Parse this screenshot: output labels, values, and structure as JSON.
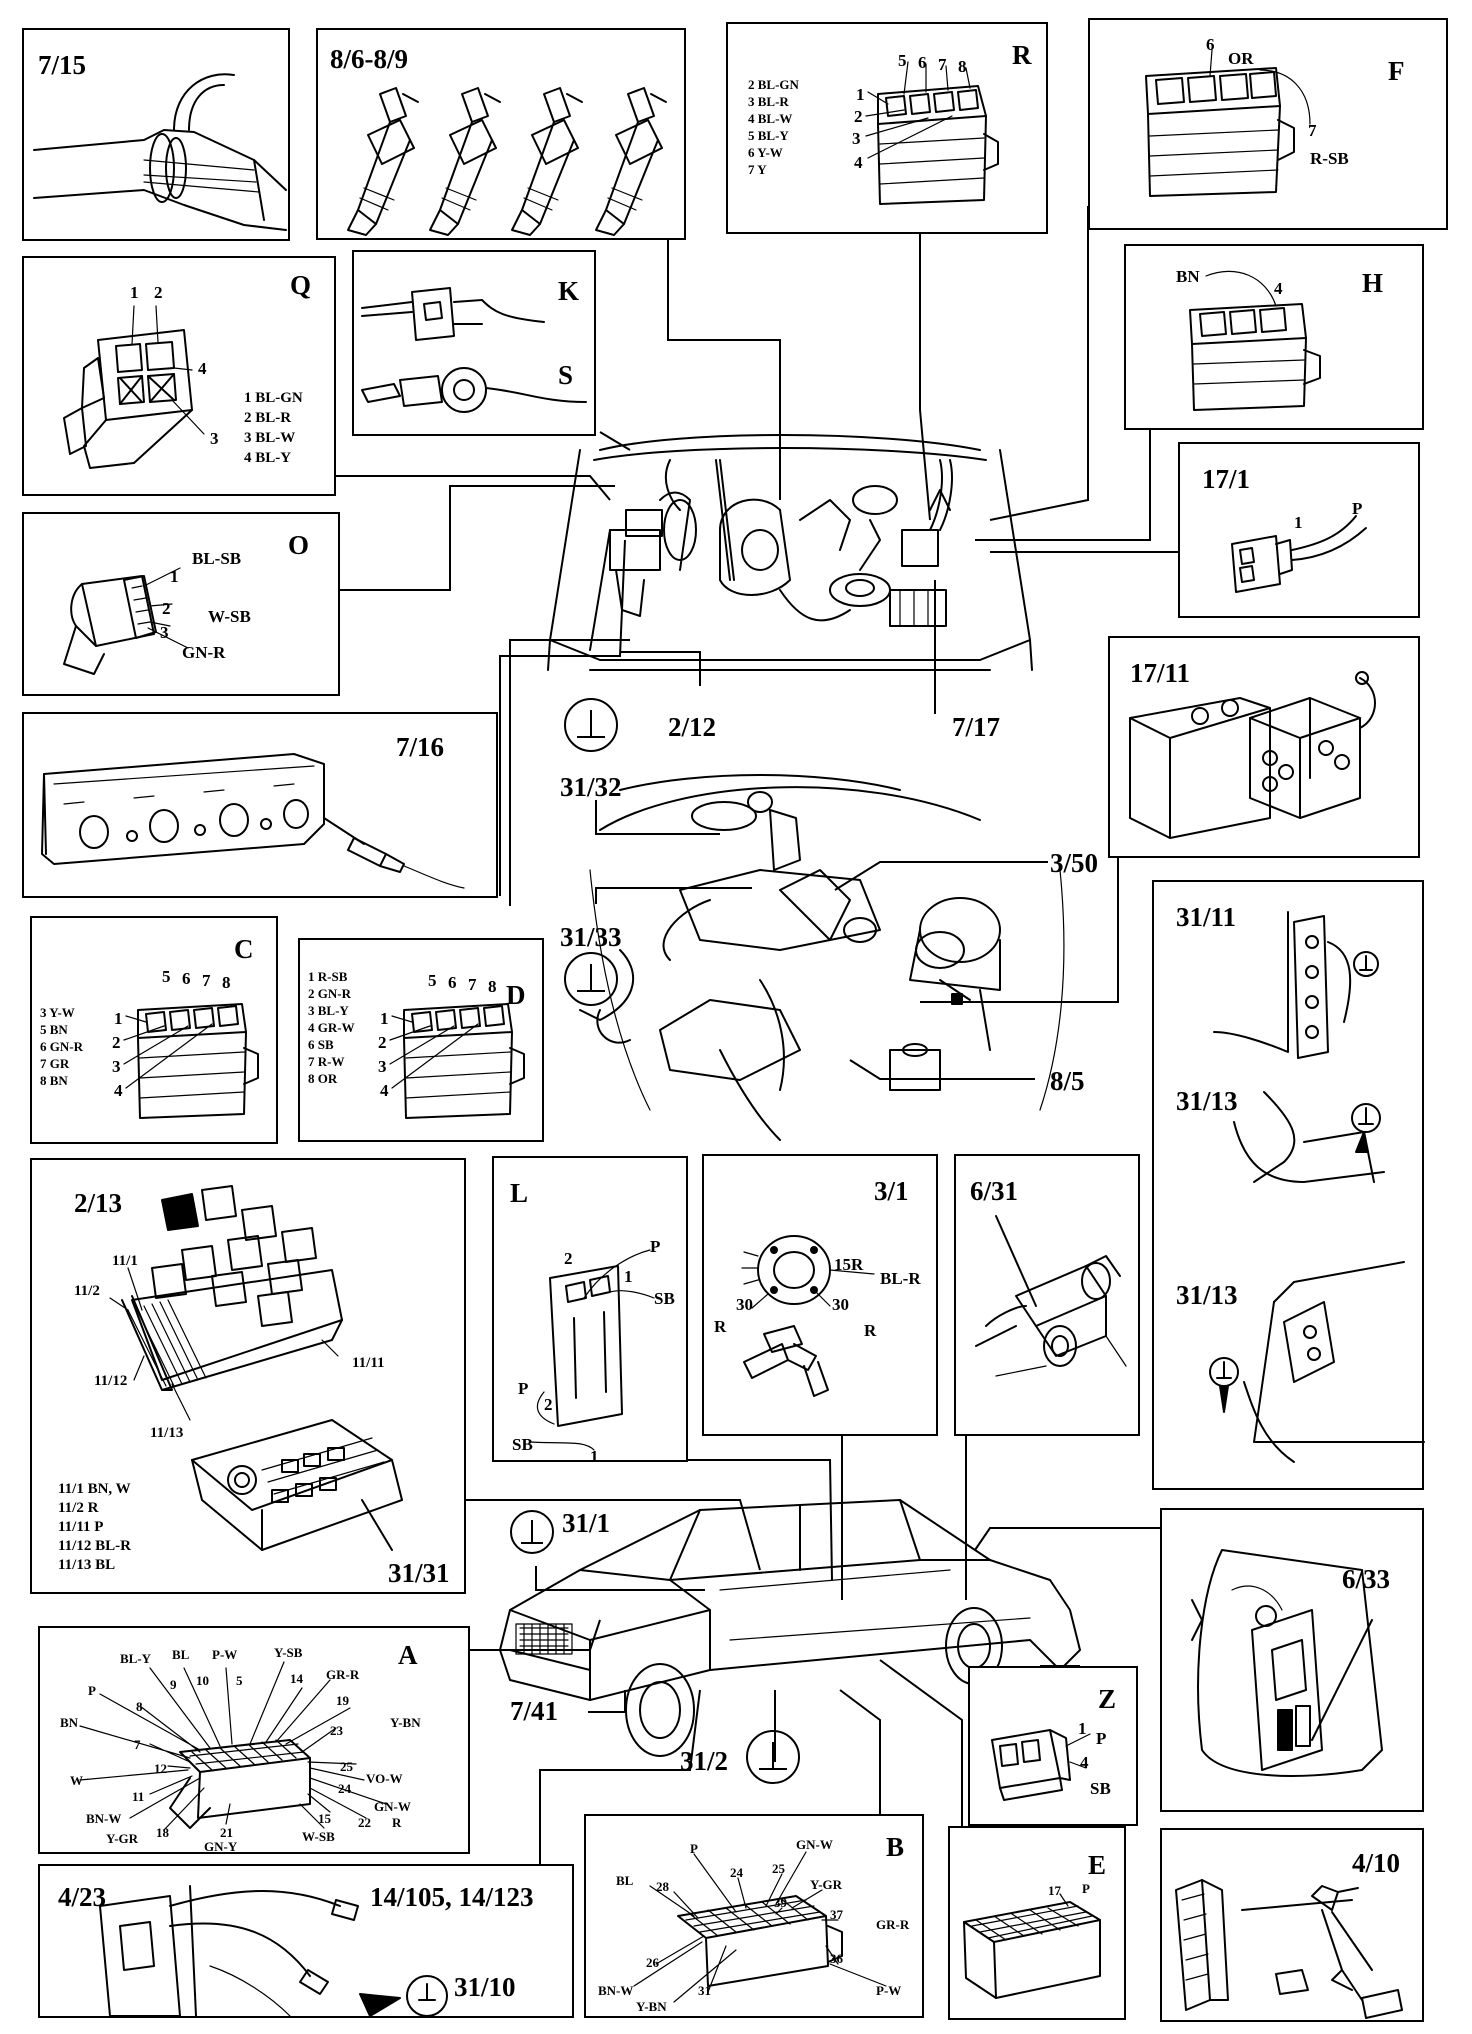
{
  "panels": {
    "p7_15": {
      "label": "7/15"
    },
    "p8_6": {
      "label": "8/6-8/9"
    },
    "pR": {
      "label": "R",
      "pins": [
        "5",
        "6",
        "7",
        "8",
        "1",
        "2",
        "3",
        "4"
      ],
      "legend": [
        "2 BL-GN",
        "3 BL-R",
        "4 BL-W",
        "5 BL-Y",
        "6 Y-W",
        "7 Y"
      ]
    },
    "pF": {
      "label": "F",
      "pin_a": "6",
      "color_a": "OR",
      "pin_b": "7",
      "color_b": "R-SB"
    },
    "pQ": {
      "label": "Q",
      "pins": [
        "1",
        "2",
        "4",
        "3"
      ],
      "legend": [
        "1 BL-GN",
        "2 BL-R",
        "3 BL-W",
        "4 BL-Y"
      ]
    },
    "pKS": {
      "label_k": "K",
      "label_s": "S"
    },
    "pH": {
      "label": "H",
      "color": "BN",
      "pin": "4"
    },
    "p17_1": {
      "label": "17/1",
      "pin": "1",
      "color": "P"
    },
    "pO": {
      "label": "O",
      "wires": [
        {
          "pin": "1",
          "color": "BL-SB"
        },
        {
          "pin": "2",
          "color": "W-SB"
        },
        {
          "pin": "3",
          "color": "GN-R"
        }
      ]
    },
    "p7_16": {
      "label": "7/16"
    },
    "p17_11": {
      "label": "17/11"
    },
    "pC": {
      "label": "C",
      "pins": [
        "5",
        "6",
        "7",
        "8",
        "1",
        "2",
        "3",
        "4"
      ],
      "legend": [
        "3 Y-W",
        "5 BN",
        "6 GN-R",
        "7 GR",
        "8 BN"
      ]
    },
    "pD": {
      "label": "D",
      "pins": [
        "5",
        "6",
        "7",
        "8",
        "1",
        "2",
        "3",
        "4"
      ],
      "legend": [
        "1 R-SB",
        "2 GN-R",
        "3 BL-Y",
        "4 GR-W",
        "6 SB",
        "7 R-W",
        "8 OR"
      ]
    },
    "pGround": {
      "labels": [
        "31/11",
        "31/13",
        "31/13"
      ]
    },
    "p2_13": {
      "label": "2/13",
      "label2": "31/31",
      "callouts": [
        "11/1",
        "11/2",
        "11/12",
        "11/13",
        "11/11"
      ],
      "legend": [
        "11/1 BN, W",
        "11/2 R",
        "11/11 P",
        "11/12 BL-R",
        "11/13 BL"
      ]
    },
    "pL": {
      "label": "L",
      "top": {
        "pin2": "2",
        "pin1": "1",
        "colorP": "P",
        "colorSB": "SB"
      },
      "bottom": {
        "colorP": "P",
        "pin2": "2",
        "colorSB": "SB",
        "pin1": "1"
      }
    },
    "p3_1": {
      "label": "3/1",
      "t15": "15R",
      "c15": "BL-R",
      "t30a": "30",
      "c30a": "R",
      "t30b": "30",
      "c30b": "R"
    },
    "p6_31": {
      "label": "6/31"
    },
    "p6_33": {
      "label": "6/33"
    },
    "pA": {
      "label": "A",
      "wires": [
        "BL-Y",
        "BL",
        "P-W",
        "Y-SB",
        "9",
        "10",
        "5",
        "14",
        "GR-R",
        "P",
        "8",
        "19",
        "BN",
        "Y-BN",
        "23",
        "7",
        "12",
        "25",
        "VO-W",
        "W",
        "24",
        "11",
        "GN-W",
        "BN-W",
        "15",
        "22",
        "R",
        "Y-GR",
        "18",
        "21",
        "W-SB",
        "GN-Y"
      ]
    },
    "pZ": {
      "label": "Z",
      "pin1": "1",
      "c1": "P",
      "pin4": "4",
      "c4": "SB"
    },
    "p4_23": {
      "label": "4/23",
      "label2": "14/105, 14/123",
      "label3": "31/10"
    },
    "pB": {
      "label": "B",
      "wires": [
        "P",
        "GN-W",
        "24",
        "25",
        "BL",
        "28",
        "Y-GR",
        "39",
        "37",
        "GR-R",
        "26",
        "36",
        "BN-W",
        "31",
        "P-W",
        "Y-BN"
      ]
    },
    "pE": {
      "label": "E",
      "pin": "17",
      "color": "P"
    },
    "p4_10": {
      "label": "4/10"
    }
  },
  "engine_bay": {
    "label_left": "2/12",
    "label_right": "7/17"
  },
  "engine": {
    "labels": [
      "31/32",
      "3/50",
      "31/33",
      "8/5"
    ]
  },
  "car": {
    "labels": [
      "31/1",
      "7/41",
      "31/2"
    ]
  }
}
